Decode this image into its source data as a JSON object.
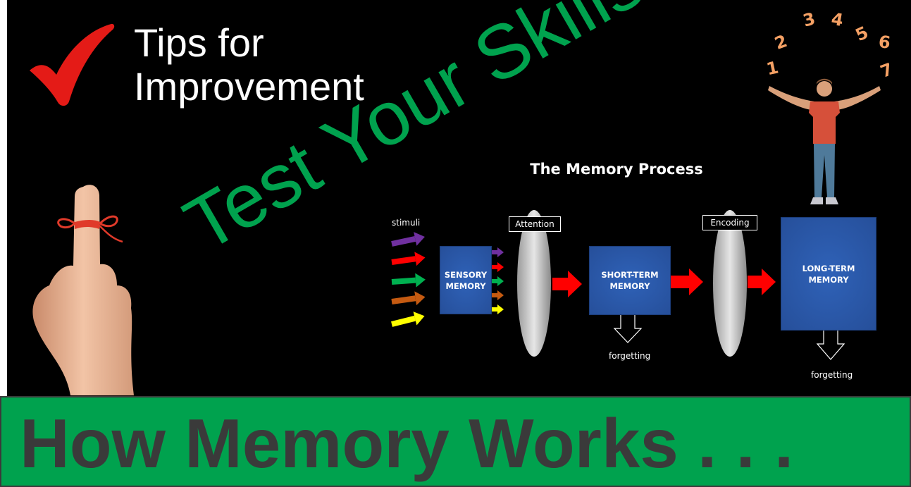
{
  "tips": {
    "line1": "Tips for",
    "line2": "Improvement"
  },
  "test_skills": "Test Your Skills!",
  "diagram": {
    "title": "The Memory Process",
    "stimuli_label": "stimuli",
    "attention_label": "Attention",
    "encoding_label": "Encoding",
    "sensory_memory": "SENSORY\nMEMORY",
    "short_term_memory": "SHORT-TERM\nMEMORY",
    "long_term_memory": "LONG-TERM\nMEMORY",
    "forgetting_1": "forgetting",
    "forgetting_2": "forgetting"
  },
  "numbers": [
    "1",
    "2",
    "3",
    "4",
    "5",
    "6",
    "7"
  ],
  "banner": {
    "text": "How Memory Works . . ."
  },
  "colors": {
    "background": "#000000",
    "banner_green": "#00a24e",
    "checkmark_red": "#e41b17",
    "memory_box_blue": "#2f62b8",
    "arrow_red": "#ff0000",
    "stimuli_colors": [
      "#7030a0",
      "#ff0000",
      "#00b050",
      "#c55a11",
      "#ffff00"
    ]
  },
  "icons": {
    "checkmark": "checkmark-icon",
    "finger": "finger-with-ribbon-icon",
    "person": "person-juggling-numbers-icon"
  }
}
